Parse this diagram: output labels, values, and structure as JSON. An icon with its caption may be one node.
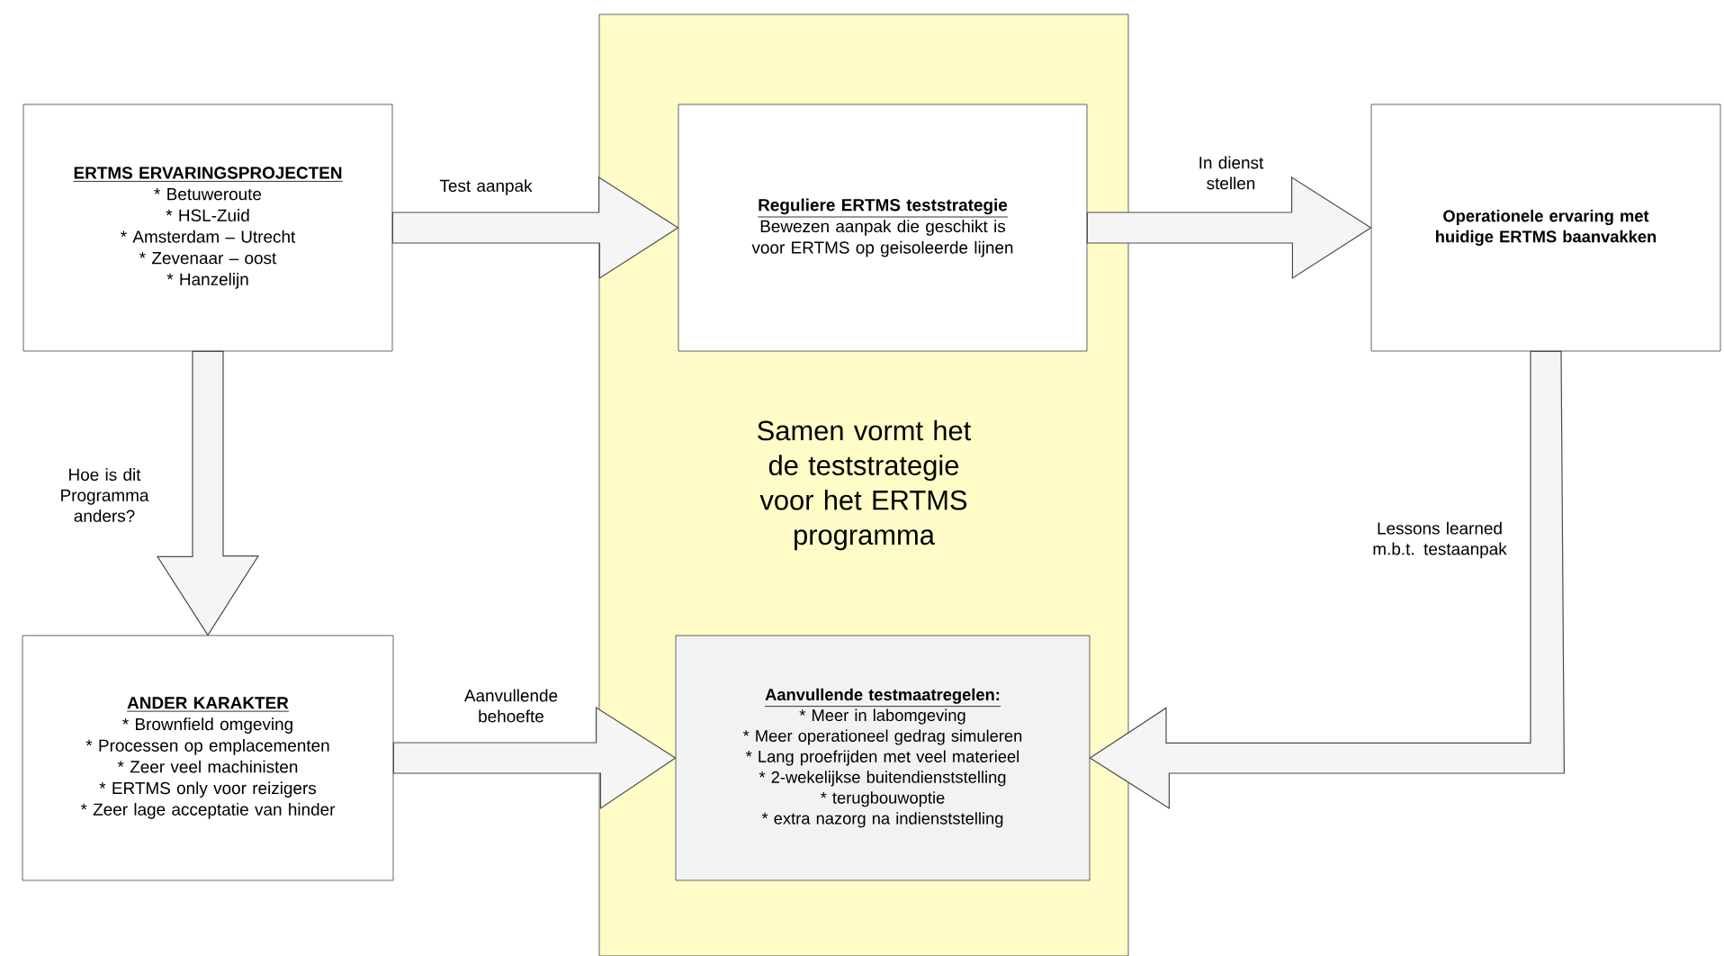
{
  "diagram": {
    "nodes": [
      {
        "text": [
          "ERTMS ERVARINGSPROJECTEN",
          "* Betuweroute",
          "* HSL-Zuid",
          "* Amsterdam – Utrecht",
          "* Zevenaar – oost",
          "* Hanzelijn"
        ]
      },
      {
        "text": [
          "Samen vormt het de teststrategie voor het ERTMS programma"
        ]
      },
      {
        "text": [
          "Reguliere ERTMS teststrategie",
          "Bewezen aanpak die geschikt is voor ERTMS op geisoleerde lijnen"
        ],
        "in": 1
      },
      {
        "text": [
          "Operationele ervaring met huidige ERTMS baanvakken"
        ]
      },
      {
        "text": [
          "ANDER KARAKTER",
          "* Brownfield omgeving",
          "* Processen op emplacementen",
          "* Zeer veel machinisten",
          "* ERTMS only voor reizigers",
          "* Zeer lage acceptatie van hinder"
        ]
      },
      {
        "text": [
          "Aanvullende testmaatregelen:",
          "* Meer in labomgeving",
          "* Meer operationeel gedrag simuleren",
          "* Lang proefrijden met veel materieel",
          "* 2-wekelijkse buitendienststelling",
          "* terugbouwoptie",
          "* extra nazorg na indienststelling"
        ],
        "in": 1
      }
    ],
    "edges": [
      {
        "from": 0,
        "to": 2,
        "arrow": "to",
        "label": "Test aanpak"
      },
      {
        "from": 2,
        "to": 3,
        "arrow": "to",
        "label": "In dienst stellen"
      },
      {
        "from": 0,
        "to": 4,
        "arrow": "to",
        "label": "Hoe is dit Programma anders?"
      },
      {
        "from": 4,
        "to": 5,
        "arrow": "to",
        "label": "Aanvullende behoefte"
      },
      {
        "from": 3,
        "to": 5,
        "arrow": "to",
        "label": "Lessons learned m.b.t. testaanpak"
      }
    ]
  }
}
